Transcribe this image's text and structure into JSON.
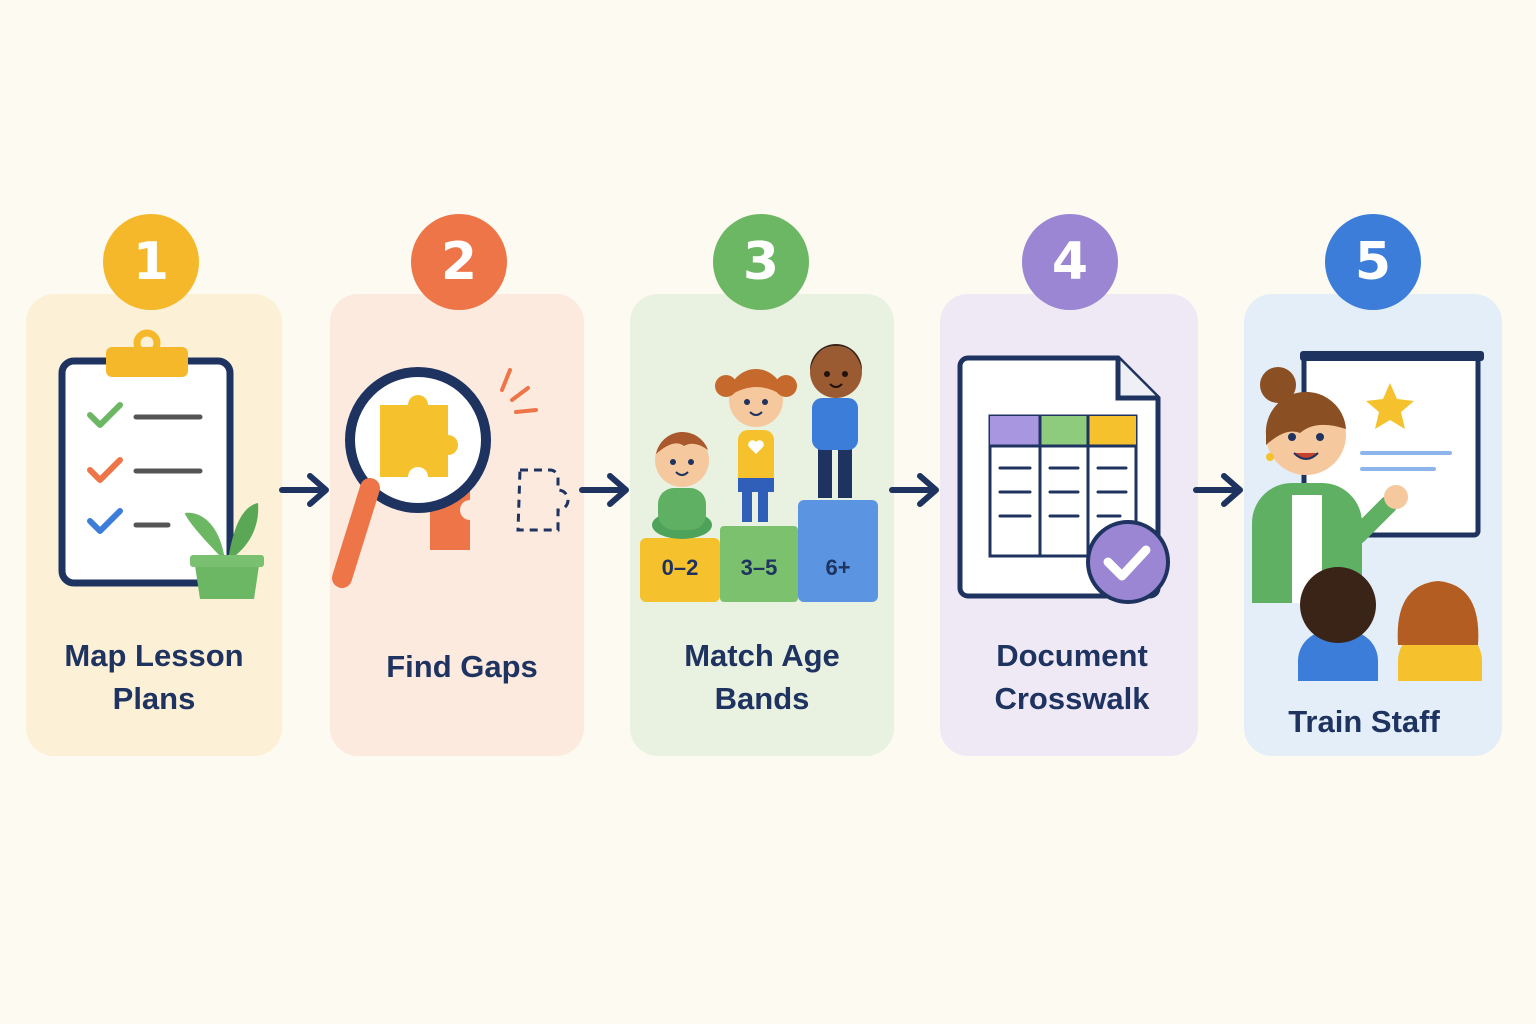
{
  "steps": [
    {
      "number": "1",
      "label": "Map Lesson\nPlans",
      "color": "#f5b82a",
      "card_color": "#fcf1d6"
    },
    {
      "number": "2",
      "label": "Find Gaps",
      "color": "#ee7548",
      "card_color": "#fceadf"
    },
    {
      "number": "3",
      "label": "Match Age\nBands",
      "color": "#6cb764",
      "card_color": "#e9f1e1"
    },
    {
      "number": "4",
      "label": "Document\nCrosswalk",
      "color": "#9a86d2",
      "card_color": "#efe9f6"
    },
    {
      "number": "5",
      "label": "Train Staff",
      "color": "#3b7dd8",
      "card_color": "#e4eef9"
    }
  ],
  "age_bands": [
    "0–2",
    "3–5",
    "6+"
  ],
  "icons": [
    "clipboard-checklist-icon",
    "magnifier-puzzle-icon",
    "children-podium-icon",
    "document-table-icon",
    "teacher-presentation-icon",
    "arrow-right-icon"
  ]
}
